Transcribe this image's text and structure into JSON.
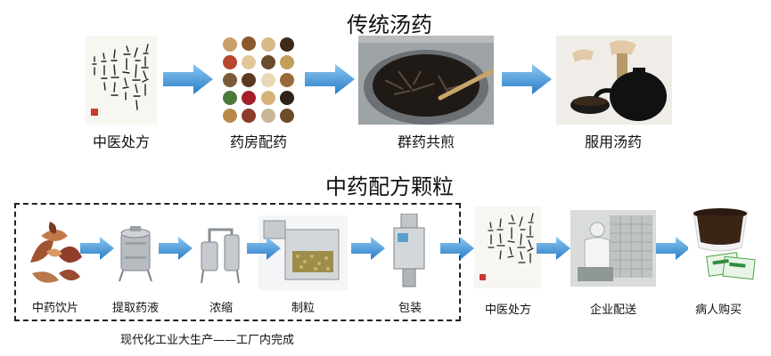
{
  "sections": {
    "traditional": {
      "title": "传统汤药",
      "steps": [
        {
          "label": "中医处方",
          "icon": "handwritten-prescription-image"
        },
        {
          "label": "药房配药",
          "icon": "herb-bowls-image"
        },
        {
          "label": "群药共煎",
          "icon": "decoction-pot-image"
        },
        {
          "label": "服用汤药",
          "icon": "clay-pot-and-bowl-image"
        }
      ]
    },
    "granules": {
      "title": "中药配方颗粒",
      "factory_steps": [
        {
          "label": "中药饮片",
          "icon": "herb-slices-image"
        },
        {
          "label": "提取药液",
          "icon": "extraction-tank-image"
        },
        {
          "label": "浓缩",
          "icon": "concentrator-image"
        },
        {
          "label": "制粒",
          "icon": "granulator-image"
        },
        {
          "label": "包装",
          "icon": "packaging-machine-image"
        }
      ],
      "after_steps": [
        {
          "label": "中医处方",
          "icon": "handwritten-prescription-image"
        },
        {
          "label": "企业配送",
          "icon": "pharmacy-worker-image"
        },
        {
          "label": "病人购买",
          "icon": "granule-drink-image"
        }
      ],
      "factory_caption": "现代化工业大生产——工厂内完成"
    }
  },
  "colors": {
    "arrow_fill": "#3a8fd6",
    "arrow_light": "#8cc8f2",
    "dashed_border": "#222222"
  }
}
